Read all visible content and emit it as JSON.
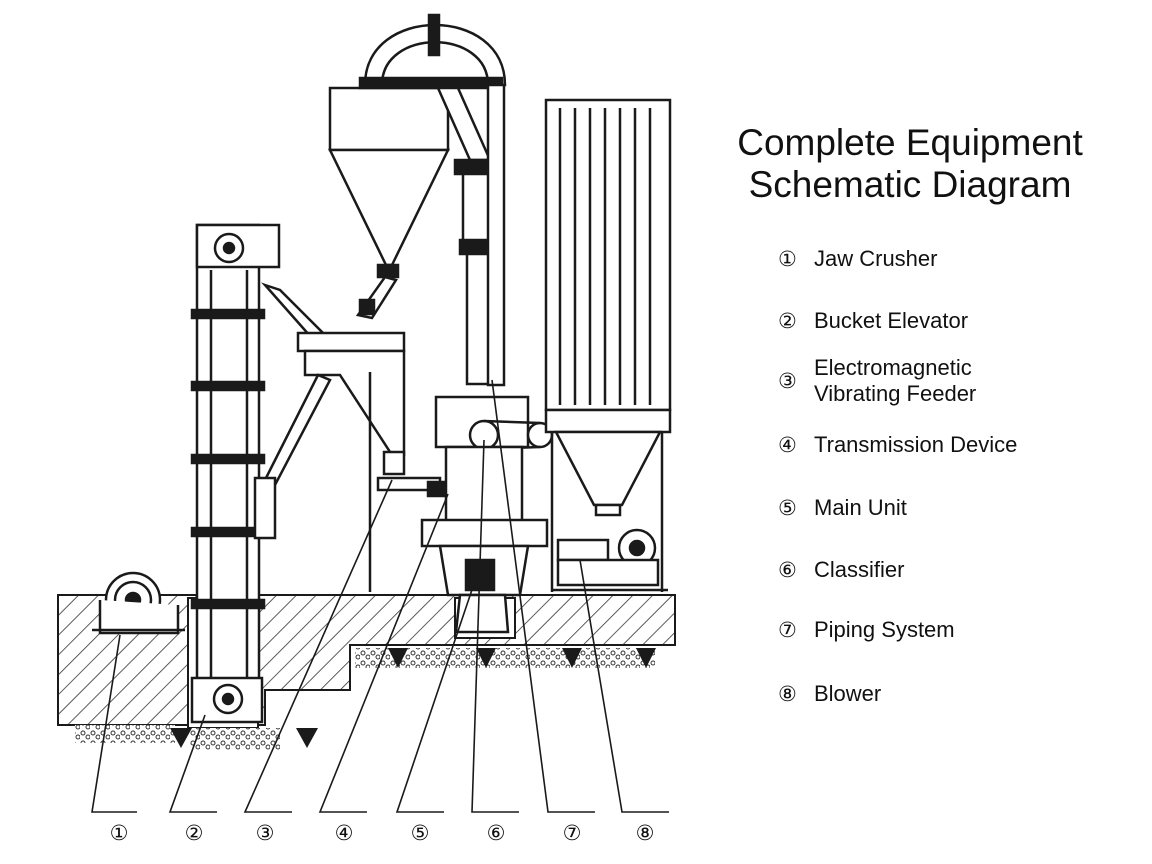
{
  "title": {
    "line1": "Complete Equipment",
    "line2": "Schematic Diagram"
  },
  "legend": [
    {
      "num": "①",
      "label": "Jaw Crusher"
    },
    {
      "num": "②",
      "label": "Bucket Elevator"
    },
    {
      "num": "③",
      "label": "Electromagnetic\nVibrating Feeder"
    },
    {
      "num": "④",
      "label": "Transmission Device"
    },
    {
      "num": "⑤",
      "label": "Main Unit"
    },
    {
      "num": "⑥",
      "label": "Classifier"
    },
    {
      "num": "⑦",
      "label": "Piping System"
    },
    {
      "num": "⑧",
      "label": "Blower"
    }
  ],
  "callouts": [
    "①",
    "②",
    "③",
    "④",
    "⑤",
    "⑥",
    "⑦",
    "⑧"
  ],
  "colors": {
    "line": "#1a1a1a",
    "hatch": "#333333",
    "background": "#ffffff"
  }
}
